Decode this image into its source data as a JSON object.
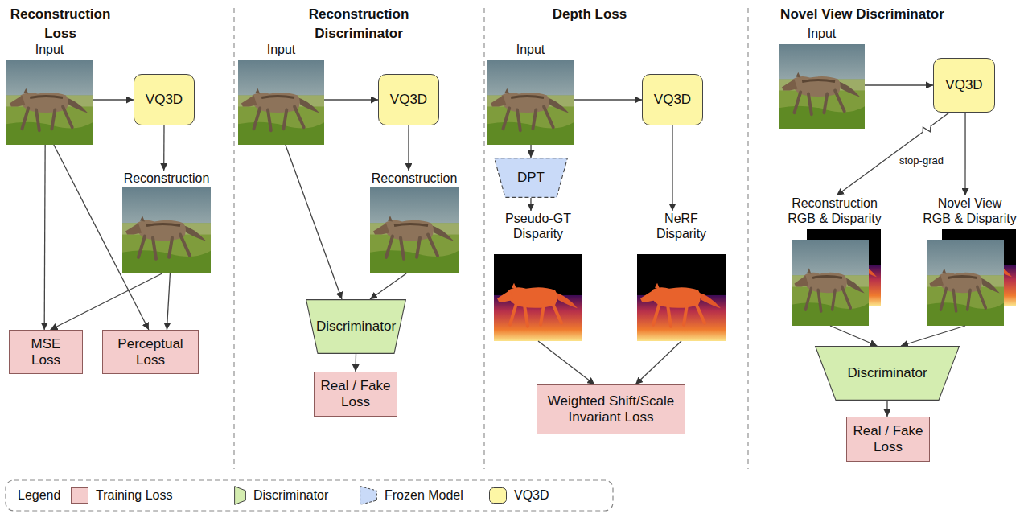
{
  "diagram": {
    "nodes": [
      {
        "text": [
          "Input"
        ]
      },
      {
        "text": [
          "VQ3D"
        ]
      },
      {
        "text": [
          "Reconstruction"
        ]
      },
      {
        "text": [
          "MSE Loss"
        ]
      },
      {
        "text": [
          "Perceptual Loss"
        ]
      },
      {
        "text": [
          "Input"
        ]
      },
      {
        "text": [
          "VQ3D"
        ]
      },
      {
        "text": [
          "Reconstruction"
        ]
      },
      {
        "text": [
          "Discriminator"
        ]
      },
      {
        "text": [
          "Real / Fake Loss"
        ]
      },
      {
        "text": [
          "Input"
        ]
      },
      {
        "text": [
          "VQ3D"
        ]
      },
      {
        "text": [
          "DPT"
        ]
      },
      {
        "text": [
          "Pseudo-GT Disparity"
        ]
      },
      {
        "text": [
          "NeRF Disparity"
        ]
      },
      {
        "text": [
          "Weighted Shift/Scale Invariant Loss"
        ]
      },
      {
        "text": [
          "Input"
        ]
      },
      {
        "text": [
          "VQ3D"
        ]
      },
      {
        "text": [
          "Reconstruction RGB & Disparity"
        ]
      },
      {
        "text": [
          "Novel View RGB & Disparity"
        ]
      },
      {
        "text": [
          "Discriminator"
        ]
      },
      {
        "text": [
          "Real / Fake Loss"
        ]
      }
    ],
    "edges": [
      {
        "from": 0,
        "to": 1,
        "arrow": "to"
      },
      {
        "from": 1,
        "to": 2,
        "arrow": "to"
      },
      {
        "from": 0,
        "to": 3,
        "arrow": "to"
      },
      {
        "from": 0,
        "to": 4,
        "arrow": "to"
      },
      {
        "from": 2,
        "to": 3,
        "arrow": "to"
      },
      {
        "from": 2,
        "to": 4,
        "arrow": "to"
      },
      {
        "from": 5,
        "to": 6,
        "arrow": "to"
      },
      {
        "from": 6,
        "to": 7,
        "arrow": "to"
      },
      {
        "from": 5,
        "to": 8,
        "arrow": "to"
      },
      {
        "from": 7,
        "to": 8,
        "arrow": "to"
      },
      {
        "from": 8,
        "to": 9,
        "arrow": "to"
      },
      {
        "from": 10,
        "to": 11,
        "arrow": "to"
      },
      {
        "from": 10,
        "to": 12,
        "arrow": "to"
      },
      {
        "from": 12,
        "to": 13,
        "arrow": "to"
      },
      {
        "from": 11,
        "to": 14,
        "arrow": "to"
      },
      {
        "from": 13,
        "to": 15,
        "arrow": "to"
      },
      {
        "from": 14,
        "to": 15,
        "arrow": "to"
      },
      {
        "from": 16,
        "to": 17,
        "arrow": "to"
      },
      {
        "from": 17,
        "to": 18,
        "label": "stop-grad",
        "arrow": "to"
      },
      {
        "from": 17,
        "to": 19,
        "arrow": "to"
      },
      {
        "from": 18,
        "to": 20,
        "arrow": "to"
      },
      {
        "from": 19,
        "to": 20,
        "arrow": "to"
      },
      {
        "from": 20,
        "to": 21,
        "arrow": "to"
      }
    ],
    "labels": [
      "Reconstruction Loss",
      "Reconstruction Discriminator",
      "Depth Loss",
      "Novel View Discriminator",
      "Legend"
    ],
    "legend": [
      {
        "text": "Training Loss",
        "color": "#f4cccc"
      },
      {
        "text": "Discriminator",
        "color": "#d4edb0"
      },
      {
        "text": "Frozen Model",
        "color": "#c9daf8"
      },
      {
        "text": "VQ3D",
        "color": "#fdf6a5"
      }
    ]
  }
}
